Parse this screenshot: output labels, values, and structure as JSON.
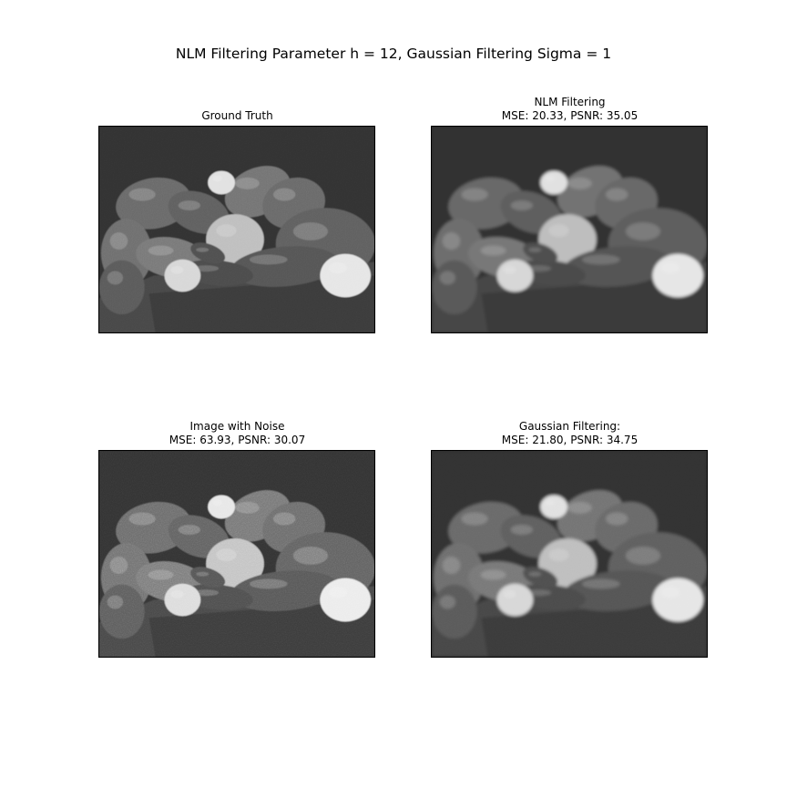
{
  "figure": {
    "suptitle": "NLM Filtering Parameter h = 12, Gaussian Filtering Sigma = 1"
  },
  "panels": [
    {
      "id": "ground-truth",
      "title_line1": "Ground Truth",
      "title_line2": ""
    },
    {
      "id": "nlm",
      "title_line1": "NLM Filtering",
      "title_line2": "MSE: 20.33, PSNR: 35.05"
    },
    {
      "id": "noisy",
      "title_line1": "Image with Noise",
      "title_line2": "MSE: 63.93, PSNR: 30.07"
    },
    {
      "id": "gaussian",
      "title_line1": "Gaussian Filtering:",
      "title_line2": "MSE: 21.80, PSNR: 34.75"
    }
  ],
  "image_description": "grayscale-peppers-photo"
}
